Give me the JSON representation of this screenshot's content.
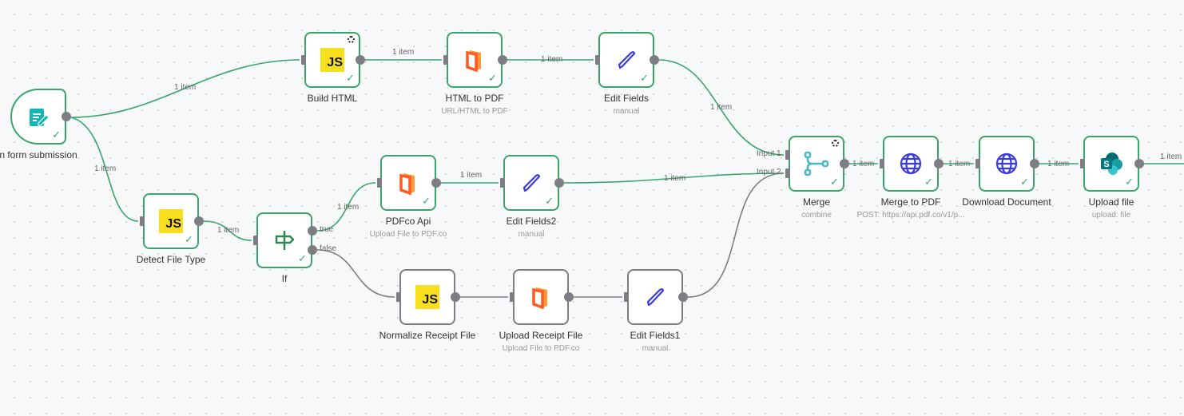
{
  "colors": {
    "success": "#3aa56b",
    "idle": "#7d7d83",
    "js": "#f7df1e",
    "pdfco": "#ff5a1f",
    "editfields": "#3b3bdc",
    "merge": "#4cb6c9",
    "http": "#3b3bdc",
    "sharepoint": "#038387"
  },
  "nodes": [
    {
      "id": "form",
      "name": "n form submission",
      "subtitle": "",
      "icon": "form-icon",
      "status": "success"
    },
    {
      "id": "build",
      "name": "Build HTML",
      "subtitle": "",
      "icon": "js-icon",
      "status": "success"
    },
    {
      "id": "h2p",
      "name": "HTML to PDF",
      "subtitle": "URL/HTML to PDF",
      "icon": "pdfco-icon",
      "status": "success"
    },
    {
      "id": "ef",
      "name": "Edit Fields",
      "subtitle": "manual",
      "icon": "pencil-icon",
      "status": "success"
    },
    {
      "id": "detect",
      "name": "Detect File Type",
      "subtitle": "",
      "icon": "js-icon",
      "status": "success"
    },
    {
      "id": "if",
      "name": "If",
      "subtitle": "",
      "icon": "signpost-icon",
      "status": "success",
      "outputs": [
        "true",
        "false"
      ]
    },
    {
      "id": "pdfco",
      "name": "PDFco Api",
      "subtitle": "Upload File to PDF.co",
      "icon": "pdfco-icon",
      "status": "success"
    },
    {
      "id": "ef2",
      "name": "Edit Fields2",
      "subtitle": "manual",
      "icon": "pencil-icon",
      "status": "success"
    },
    {
      "id": "norm",
      "name": "Normalize Receipt File",
      "subtitle": "",
      "icon": "js-icon",
      "status": "idle"
    },
    {
      "id": "urf",
      "name": "Upload Receipt File",
      "subtitle": "Upload File to PDF.co",
      "icon": "pdfco-icon",
      "status": "idle"
    },
    {
      "id": "ef1",
      "name": "Edit Fields1",
      "subtitle": "manual",
      "icon": "pencil-icon",
      "status": "idle"
    },
    {
      "id": "merge",
      "name": "Merge",
      "subtitle": "combine",
      "icon": "merge-icon",
      "status": "success",
      "inputs": [
        "Input 1",
        "Input 2"
      ]
    },
    {
      "id": "m2p",
      "name": "Merge to PDF",
      "subtitle": "POST: https://api.pdf.co/v1/p...",
      "icon": "globe-icon",
      "status": "success"
    },
    {
      "id": "dl",
      "name": "Download Document",
      "subtitle": "",
      "icon": "globe-icon",
      "status": "success"
    },
    {
      "id": "up",
      "name": "Upload file",
      "subtitle": "upload: file",
      "icon": "sharepoint-icon",
      "status": "success"
    }
  ],
  "edge_label": "1 item"
}
